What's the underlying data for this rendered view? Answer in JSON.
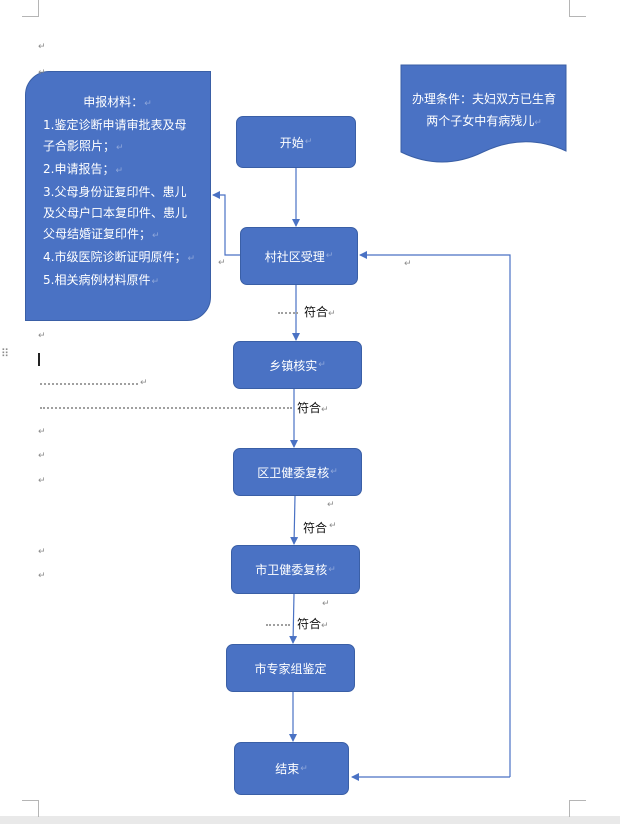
{
  "nodes": {
    "start": "开始",
    "village": "村社区受理",
    "township": "乡镇核实",
    "district": "区卫健委复核",
    "city": "市卫健委复核",
    "expert": "市专家组鉴定",
    "end": "结束"
  },
  "edge_label": "符合",
  "materials": {
    "title": "申报材料：",
    "lines": [
      "1.鉴定诊断申请审批表及母",
      "子合影照片；",
      "2.申请报告；",
      "3.父母身份证复印件、患儿",
      "及父母户口本复印件、患儿",
      "父母结婚证复印件；",
      "4.市级医院诊断证明原件；",
      "5.相关病例材料原件"
    ]
  },
  "condition": {
    "lines": [
      "办理条件：夫妇双方已生育",
      "两个子女中有病残儿"
    ]
  },
  "paragraph_mark": "↵",
  "colors": {
    "node_fill": "#4a72c4",
    "connector": "#4a72c4"
  }
}
